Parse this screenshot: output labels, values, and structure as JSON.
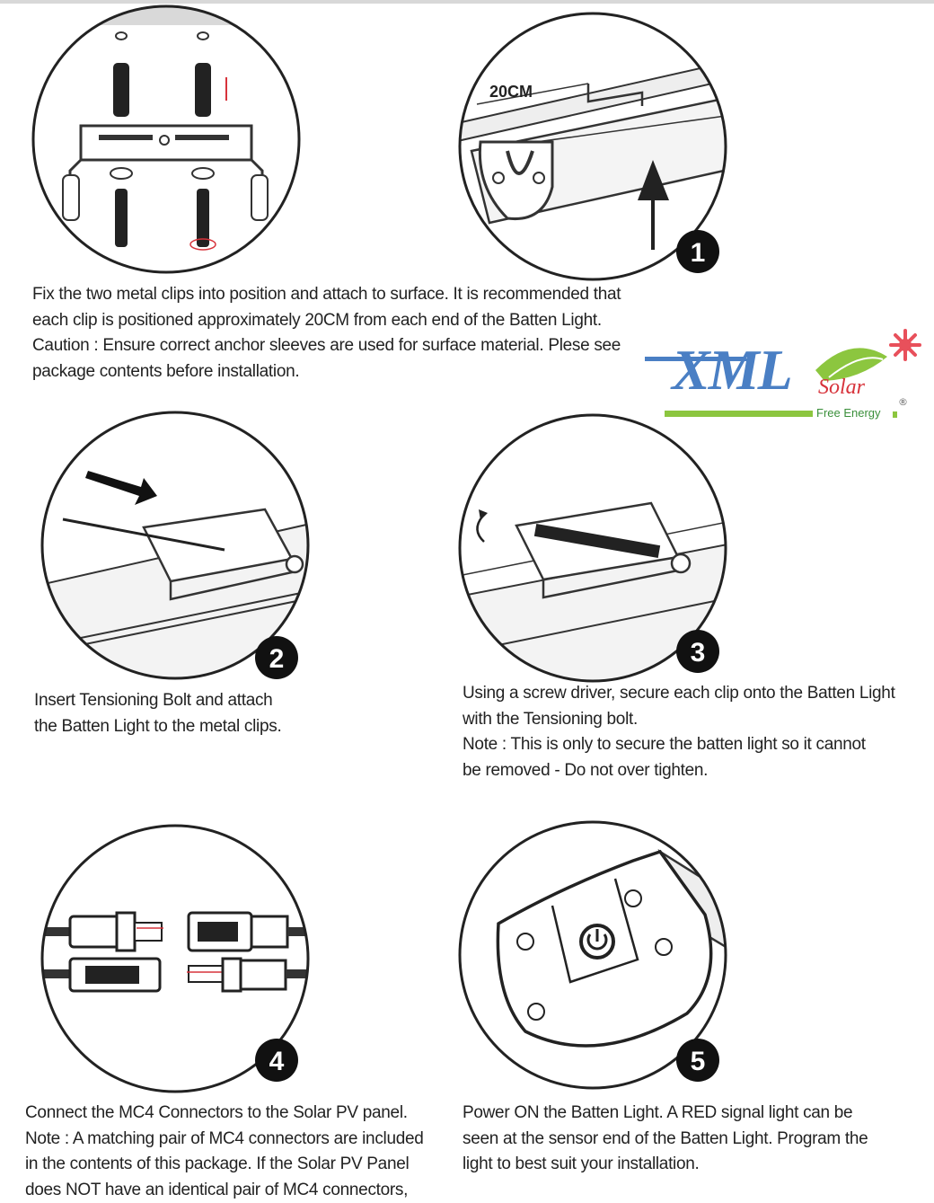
{
  "logo": {
    "brand": "XML",
    "brand_sub": "Solar",
    "tagline": "Free Energy",
    "registered": "®",
    "colors": {
      "brand_blue": "#4a7fc4",
      "brand_red": "#d7333b",
      "leaf_green": "#8cc63f",
      "sun": "#e8505b"
    }
  },
  "illustrations": {
    "step1b_dimension": "20CM",
    "step_numbers": [
      "1",
      "2",
      "3",
      "4",
      "5"
    ]
  },
  "steps": [
    {
      "number": "1",
      "lines": [
        "Fix the two metal clips into position and attach to surface.   It is recommended that",
        "each clip is positioned approximately 20CM  from each end of the Batten Light.",
        "Caution : Ensure correct anchor sleeves are used for surface material. Plese see",
        "package contents before installation."
      ]
    },
    {
      "number": "2",
      "lines": [
        "Insert Tensioning Bolt and attach",
        "the Batten Light to the metal clips."
      ]
    },
    {
      "number": "3",
      "lines": [
        "Using a screw driver, secure each clip onto the Batten Light",
        "with the Tensioning bolt.",
        "Note : This is only to secure the batten light so it cannot",
        "be removed - Do not over tighten."
      ]
    },
    {
      "number": "4",
      "lines": [
        "Connect the MC4 Connectors to the Solar PV panel.",
        "Note : A matching pair of MC4 connectors are included",
        "in the contents of this package. If the Solar PV Panel",
        "does NOT have an identical pair of MC4 connectors,"
      ]
    },
    {
      "number": "5",
      "lines": [
        "Power ON the Batten Light.  A RED signal light can be",
        "seen at the sensor end of the Batten Light. Program the",
        "light to best suit your installation."
      ]
    }
  ]
}
